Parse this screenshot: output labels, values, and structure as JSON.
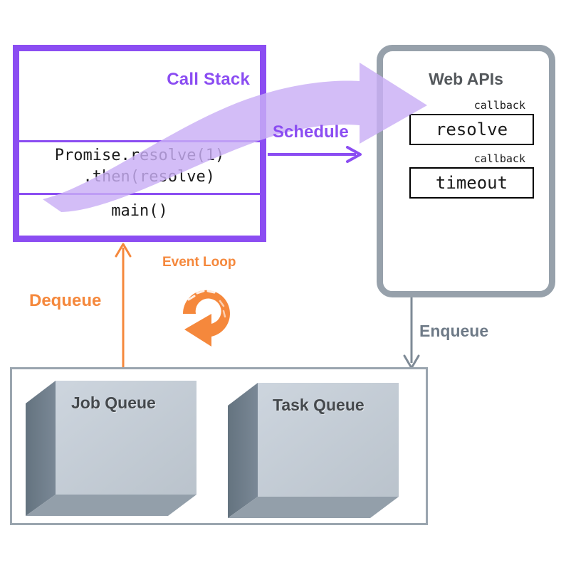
{
  "diagram": {
    "title": "JavaScript Event Loop Diagram",
    "colors": {
      "call_stack_purple": "#8B4DF2",
      "translucent_purple": "#C9AEF5",
      "web_api_gray": "#97A1AB",
      "enqueue_gray": "#6E7A87",
      "event_loop_orange": "#F5883C",
      "cube_front": "#C5CDD6",
      "cube_side": "#6E7E8C",
      "cube_bottom": "#9AA5AF",
      "queue_border": "#9AA5AF",
      "text_dark": "#1b1b1b",
      "title_gray": "#54585C"
    }
  },
  "call_stack": {
    "title": "Call Stack",
    "frames": [
      {
        "id": "empty-slot",
        "text": ""
      },
      {
        "id": "promise-frame",
        "line1": "Promise.resolve(1)",
        "line2": "  .then(resolve)"
      },
      {
        "id": "main-frame",
        "text": "main()"
      }
    ]
  },
  "web_apis": {
    "title": "Web APIs",
    "entries": [
      {
        "label": "callback",
        "name": "resolve"
      },
      {
        "label": "callback",
        "name": "timeout"
      }
    ]
  },
  "arrows": {
    "schedule": {
      "label": "Schedule",
      "icon": "arrow-right-icon",
      "color": "#8B4DF2"
    },
    "enqueue": {
      "label": "Enqueue",
      "icon": "arrow-down-icon",
      "color": "#6E7A87"
    },
    "dequeue": {
      "label": "Dequeue",
      "icon": "arrow-up-icon",
      "color": "#F5883C"
    },
    "event_loop": {
      "label": "Event Loop",
      "icon": "circular-arrow-icon",
      "color": "#F5883C"
    },
    "big_schedule": {
      "icon": "curved-arrow-icon",
      "color": "#C9AEF5"
    }
  },
  "queues": {
    "items": [
      {
        "label": "Job Queue"
      },
      {
        "label": "Task Queue"
      }
    ]
  }
}
